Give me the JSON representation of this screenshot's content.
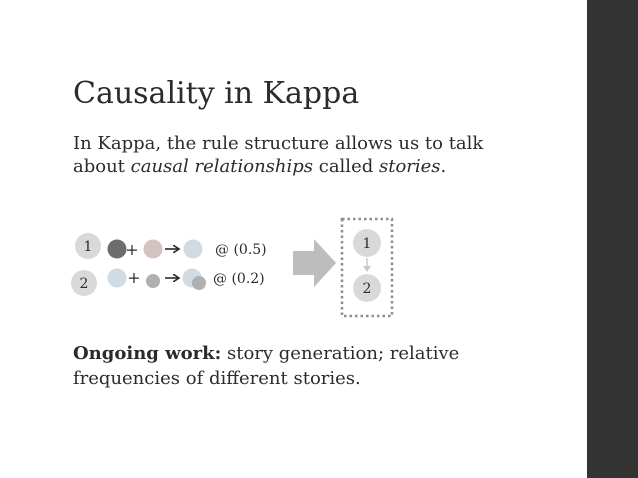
{
  "slide": {
    "title": "Causality in Kappa",
    "intro": {
      "part1": "In Kappa, the rule structure allows us to talk about ",
      "emphasis": "causal relationships",
      "part2": " called ",
      "emphasis2": "stories",
      "part3": "."
    },
    "rules": [
      {
        "number": "1",
        "plus": "+",
        "rate": "@ (0.5)"
      },
      {
        "number": "2",
        "plus": "+",
        "rate": "@ (0.2)"
      }
    ],
    "story": {
      "top": "1",
      "bottom": "2"
    },
    "footer": {
      "bold": "Ongoing work:",
      "text": " story generation; relative frequencies of different stories."
    }
  },
  "colors": {
    "sidebar": "#333333",
    "badge_fill": "#d9d9d9",
    "agent_dark": "#6d6d6d",
    "agent_pink": "#d4c2c0",
    "agent_blue": "#d0dbe3",
    "agent_grey": "#b0b0b0",
    "big_arrow": "#bdbdbd",
    "dotted_box": "#8e8e8e"
  }
}
